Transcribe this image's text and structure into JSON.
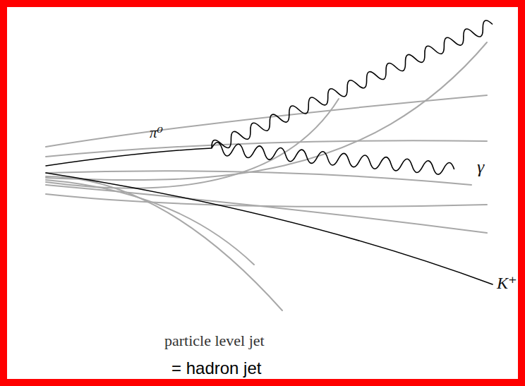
{
  "diagram": {
    "labels": [
      "π⁰",
      "γ",
      "K⁺",
      "particle level jet",
      "= hadron jet"
    ]
  }
}
